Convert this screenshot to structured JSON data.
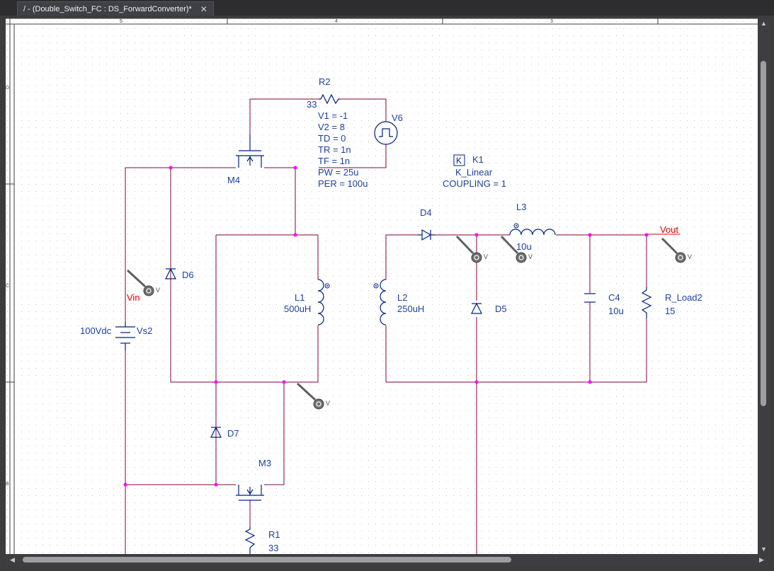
{
  "tab": {
    "title": "/ - (Double_Switch_FC : DS_ForwardConverter)*",
    "close": "✕"
  },
  "border": {
    "cols": [
      "5",
      "4",
      "3"
    ],
    "rows": [
      "D",
      "C",
      "B"
    ]
  },
  "colors": {
    "wire": "#800040",
    "part": "#002080",
    "label": "#2040a0",
    "net": "#e00000",
    "junction": "#ff00ff",
    "grid": "#c8c8c8"
  },
  "parts": {
    "r2": {
      "ref": "R2",
      "value": "33"
    },
    "v6": {
      "ref": "V6",
      "params": [
        "V1 = -1",
        "V2 = 8",
        "TD = 0",
        "TR = 1n",
        "TF = 1n",
        "PW = 25u",
        "PER = 100u"
      ]
    },
    "m4": {
      "ref": "M4"
    },
    "m3": {
      "ref": "M3"
    },
    "k1": {
      "ref": "K1",
      "icon": "K",
      "model": "K_Linear",
      "coupling": "COUPLING = 1"
    },
    "d4": {
      "ref": "D4"
    },
    "d5": {
      "ref": "D5"
    },
    "d6": {
      "ref": "D6"
    },
    "d7": {
      "ref": "D7"
    },
    "l1": {
      "ref": "L1",
      "value": "500uH"
    },
    "l2": {
      "ref": "L2",
      "value": "250uH"
    },
    "l3": {
      "ref": "L3",
      "value": "10u"
    },
    "c4": {
      "ref": "C4",
      "value": "10u"
    },
    "rload": {
      "ref": "R_Load2",
      "value": "15"
    },
    "vs2": {
      "ref": "Vs2",
      "value": "100Vdc"
    },
    "r1": {
      "ref": "R1",
      "value": "33"
    }
  },
  "nets": {
    "vin": "Vin",
    "vout": "Vout"
  },
  "probe_label": "V",
  "probe_icon": "voltage-probe-icon"
}
